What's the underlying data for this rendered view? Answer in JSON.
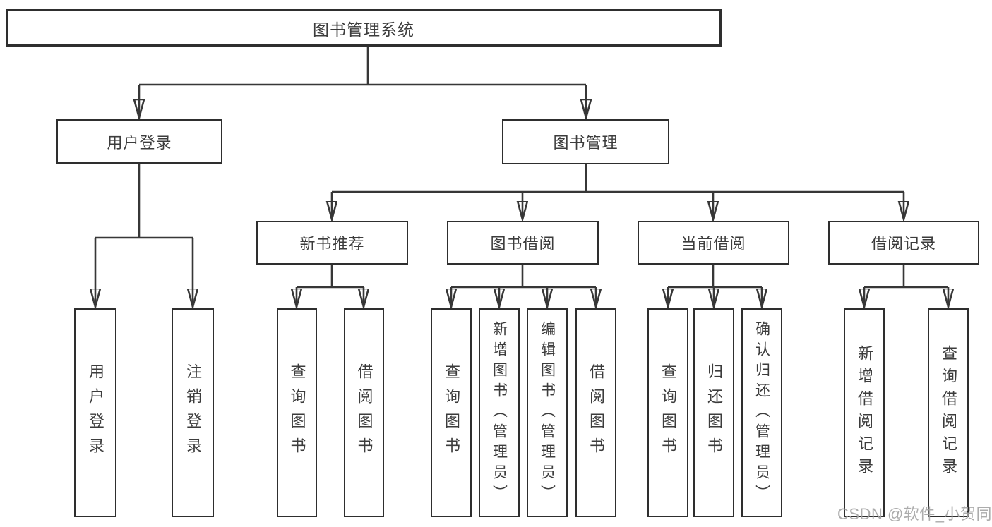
{
  "tree": {
    "label": "图书管理系统",
    "children": [
      {
        "label": "用户登录",
        "children": [
          {
            "label": "用户登录"
          },
          {
            "label": "注销登录"
          }
        ]
      },
      {
        "label": "图书管理",
        "children": [
          {
            "label": "新书推荐",
            "children": [
              {
                "label": "查询图书"
              },
              {
                "label": "借阅图书"
              }
            ]
          },
          {
            "label": "图书借阅",
            "children": [
              {
                "label": "查询图书"
              },
              {
                "label": "新增图书（管理员）"
              },
              {
                "label": "编辑图书（管理员）"
              },
              {
                "label": "借阅图书"
              }
            ]
          },
          {
            "label": "当前借阅",
            "children": [
              {
                "label": "查询图书"
              },
              {
                "label": "归还图书"
              },
              {
                "label": "确认归还（管理员）"
              }
            ]
          },
          {
            "label": "借阅记录",
            "children": [
              {
                "label": "新增借阅记录"
              },
              {
                "label": "查询借阅记录"
              }
            ]
          }
        ]
      }
    ]
  },
  "watermark": "CSDN @软件_小贺同学",
  "colors": {
    "line": "#373737",
    "box_border": "#2e2e2e",
    "text": "#3c3c3c",
    "background": "#ffffff",
    "watermark": "#a5a5a5"
  }
}
